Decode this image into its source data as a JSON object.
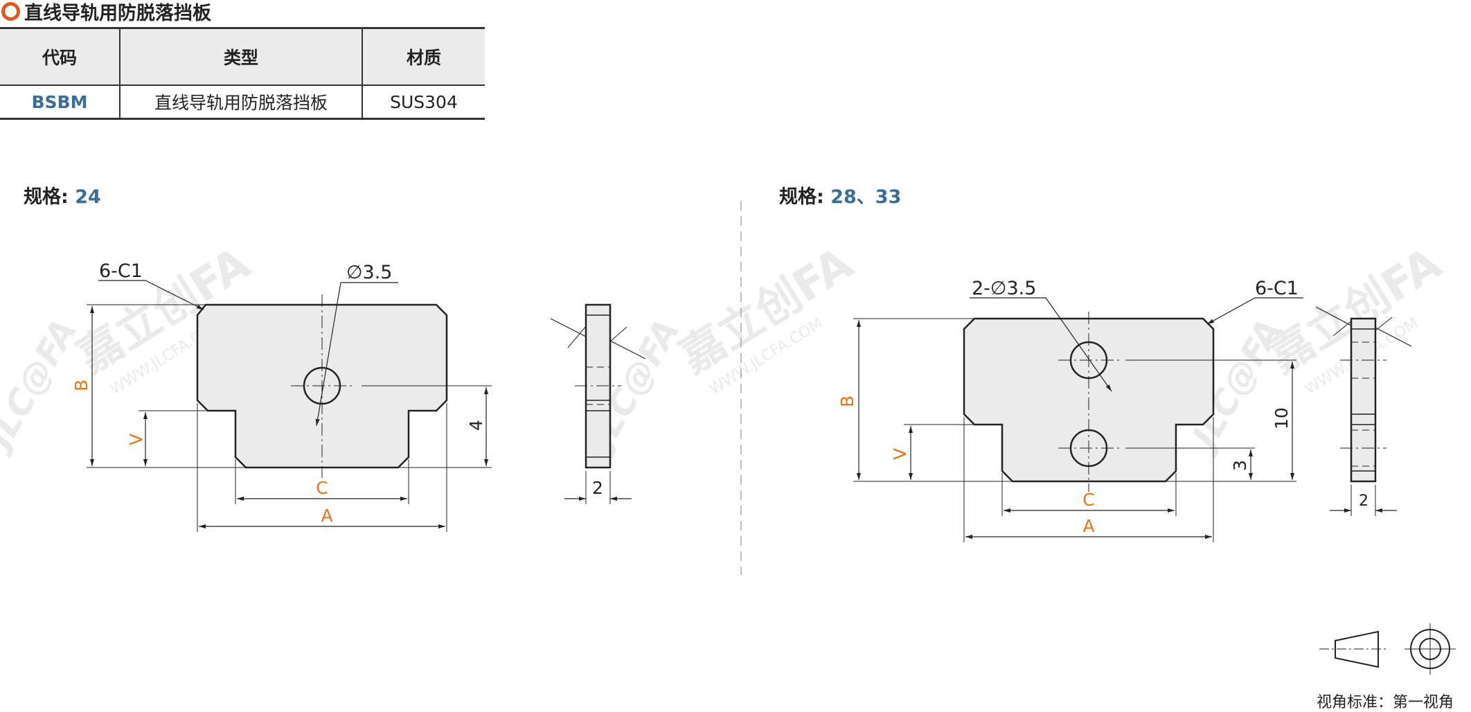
{
  "title": "直线导轨用防脱落挡板",
  "table": {
    "headers": [
      "代码",
      "类型",
      "材质"
    ],
    "row": {
      "code": "BSBM",
      "type": "直线导轨用防脱落挡板",
      "material": "SUS304"
    }
  },
  "left": {
    "spec_label": "规格:",
    "spec_value": "24",
    "chamfer": "6-C1",
    "hole": "∅3.5",
    "dim_a": "A",
    "dim_b": "B",
    "dim_c": "C",
    "dim_v": "V",
    "dim_4": "4",
    "dim_thickness": "2"
  },
  "right": {
    "spec_label": "规格:",
    "spec_value": "28、33",
    "hole": "2-∅3.5",
    "chamfer": "6-C1",
    "dim_a": "A",
    "dim_b": "B",
    "dim_c": "C",
    "dim_v": "V",
    "dim_10": "10",
    "dim_3": "3",
    "dim_thickness": "2"
  },
  "view_standard": "视角标准：第一视角",
  "colors": {
    "accent_orange": "#e2571e",
    "spec_blue": "#3b6e96",
    "dim_orange": "#e8751a"
  },
  "watermark": {
    "brand": "嘉立创FA",
    "url": "WWW.JLCFA.COM",
    "logo": "JLC@FA"
  }
}
